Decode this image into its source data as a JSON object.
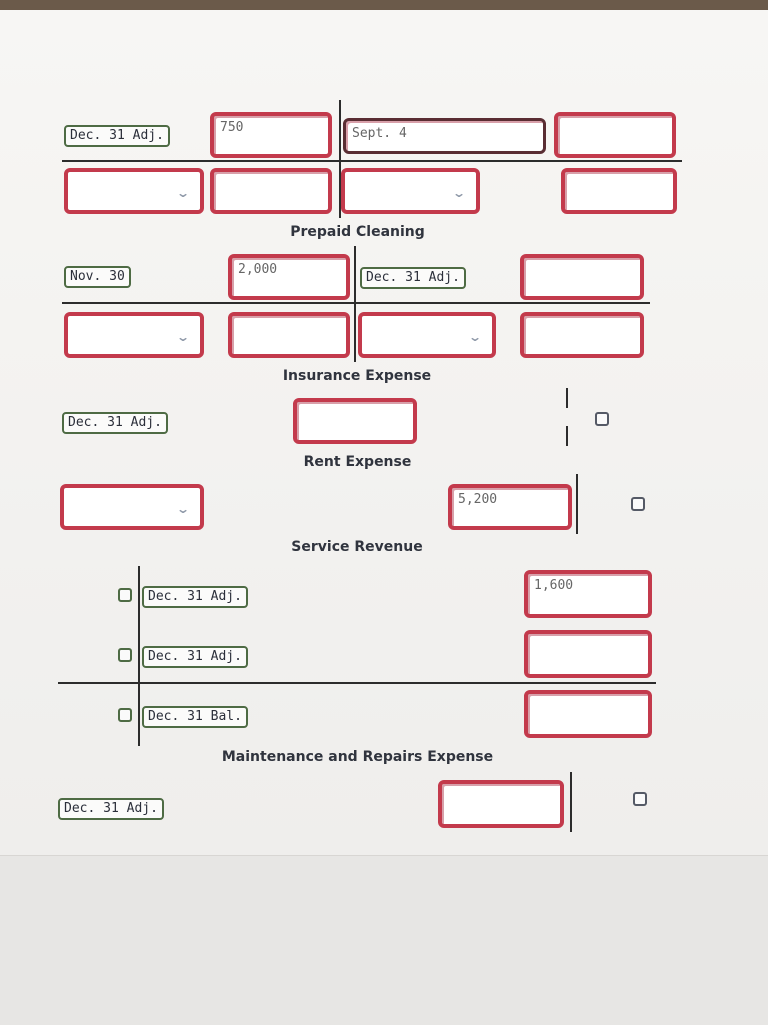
{
  "accounts": {
    "account1": {
      "row1": {
        "date_label": "Dec. 31 Adj.",
        "debit_amount": "750",
        "credit_date": "Sept. 4"
      },
      "row2": {}
    },
    "prepaid_cleaning": {
      "title": "Prepaid Cleaning",
      "row1": {
        "date_label": "Nov. 30",
        "debit_amount": "2,000",
        "credit_date_label": "Dec. 31 Adj."
      }
    },
    "insurance_expense": {
      "title": "Insurance Expense",
      "row1": {
        "date_label": "Dec. 31 Adj."
      }
    },
    "rent_expense": {
      "title": "Rent Expense",
      "row1": {
        "credit_amount": "5,200"
      }
    },
    "service_revenue": {
      "title": "Service Revenue",
      "rows": [
        {
          "date_label": "Dec. 31 Adj.",
          "amount": "1,600"
        },
        {
          "date_label": "Dec. 31 Adj.",
          "amount": ""
        },
        {
          "date_label": "Dec. 31 Bal.",
          "amount": ""
        }
      ]
    },
    "maintenance_repairs_expense": {
      "title": "Maintenance and Repairs Expense",
      "row1": {
        "date_label": "Dec. 31 Adj."
      }
    }
  },
  "colors": {
    "input_border": "#c33a4c",
    "label_border": "#4e6b44",
    "paper": "#f5f4f2"
  },
  "icons": {
    "dropdown": "chevron-down-icon",
    "checkbox": "checkbox-icon"
  }
}
